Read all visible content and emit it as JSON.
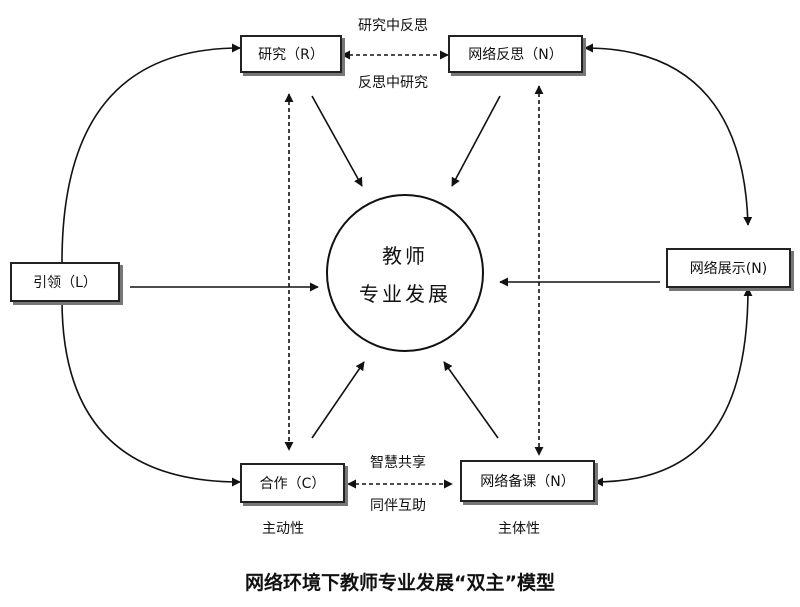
{
  "center": {
    "line1": "教师",
    "line2": "专业发展"
  },
  "nodes": {
    "research": "研究（R）",
    "net_reflect": "网络反思（N）",
    "lead": "引领（L）",
    "net_show": "网络展示(N)",
    "cooperate": "合作（C）",
    "net_prep": "网络备课（N）"
  },
  "links": {
    "top_above": "研究中反思",
    "top_below": "反思中研究",
    "bottom_above": "智慧共享",
    "bottom_below": "同伴互助"
  },
  "labels": {
    "initiative": "主动性",
    "subjectivity": "主体性"
  },
  "title": "网络环境下教师专业发展“双主”模型",
  "colors": {
    "line": "#111111",
    "box_shadow": "#777777",
    "background": "#ffffff"
  }
}
